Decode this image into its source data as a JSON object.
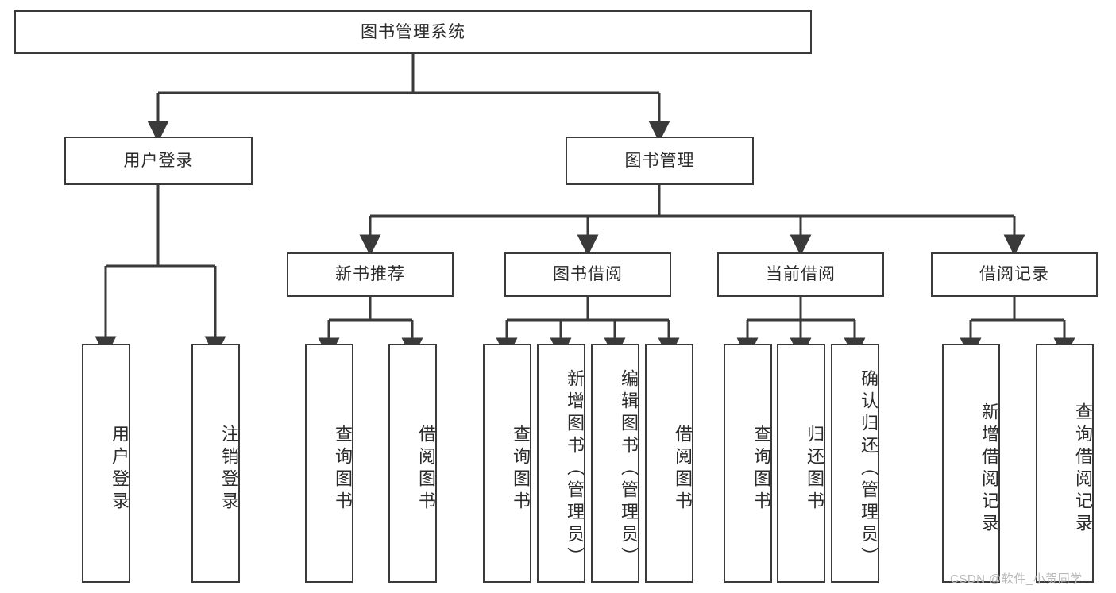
{
  "diagram": {
    "title": "图书管理系统",
    "type": "hierarchy-tree",
    "background_color": "#ffffff",
    "line_color": "#3a3a3a",
    "text_color": "#2b2b2b",
    "root": {
      "label": "图书管理系统"
    },
    "level1": [
      {
        "label": "用户登录"
      },
      {
        "label": "图书管理"
      }
    ],
    "level2": [
      {
        "label": "新书推荐"
      },
      {
        "label": "图书借阅"
      },
      {
        "label": "当前借阅"
      },
      {
        "label": "借阅记录"
      }
    ],
    "leaves": {
      "user_login": [
        {
          "label": "用户登录"
        },
        {
          "label": "注销登录"
        }
      ],
      "new_book_recommend": [
        {
          "label": "查询图书"
        },
        {
          "label": "借阅图书"
        }
      ],
      "book_borrow": [
        {
          "label": "查询图书"
        },
        {
          "label": "新增图书（管理员）"
        },
        {
          "label": "编辑图书（管理员）"
        },
        {
          "label": "借阅图书"
        }
      ],
      "current_borrow": [
        {
          "label": "查询图书"
        },
        {
          "label": "归还图书"
        },
        {
          "label": "确认归还（管理员）"
        }
      ],
      "borrow_record": [
        {
          "label": "新增借阅记录"
        },
        {
          "label": "查询借阅记录"
        }
      ]
    }
  },
  "watermark": {
    "text": "CSDN @软件_小贺同学"
  }
}
